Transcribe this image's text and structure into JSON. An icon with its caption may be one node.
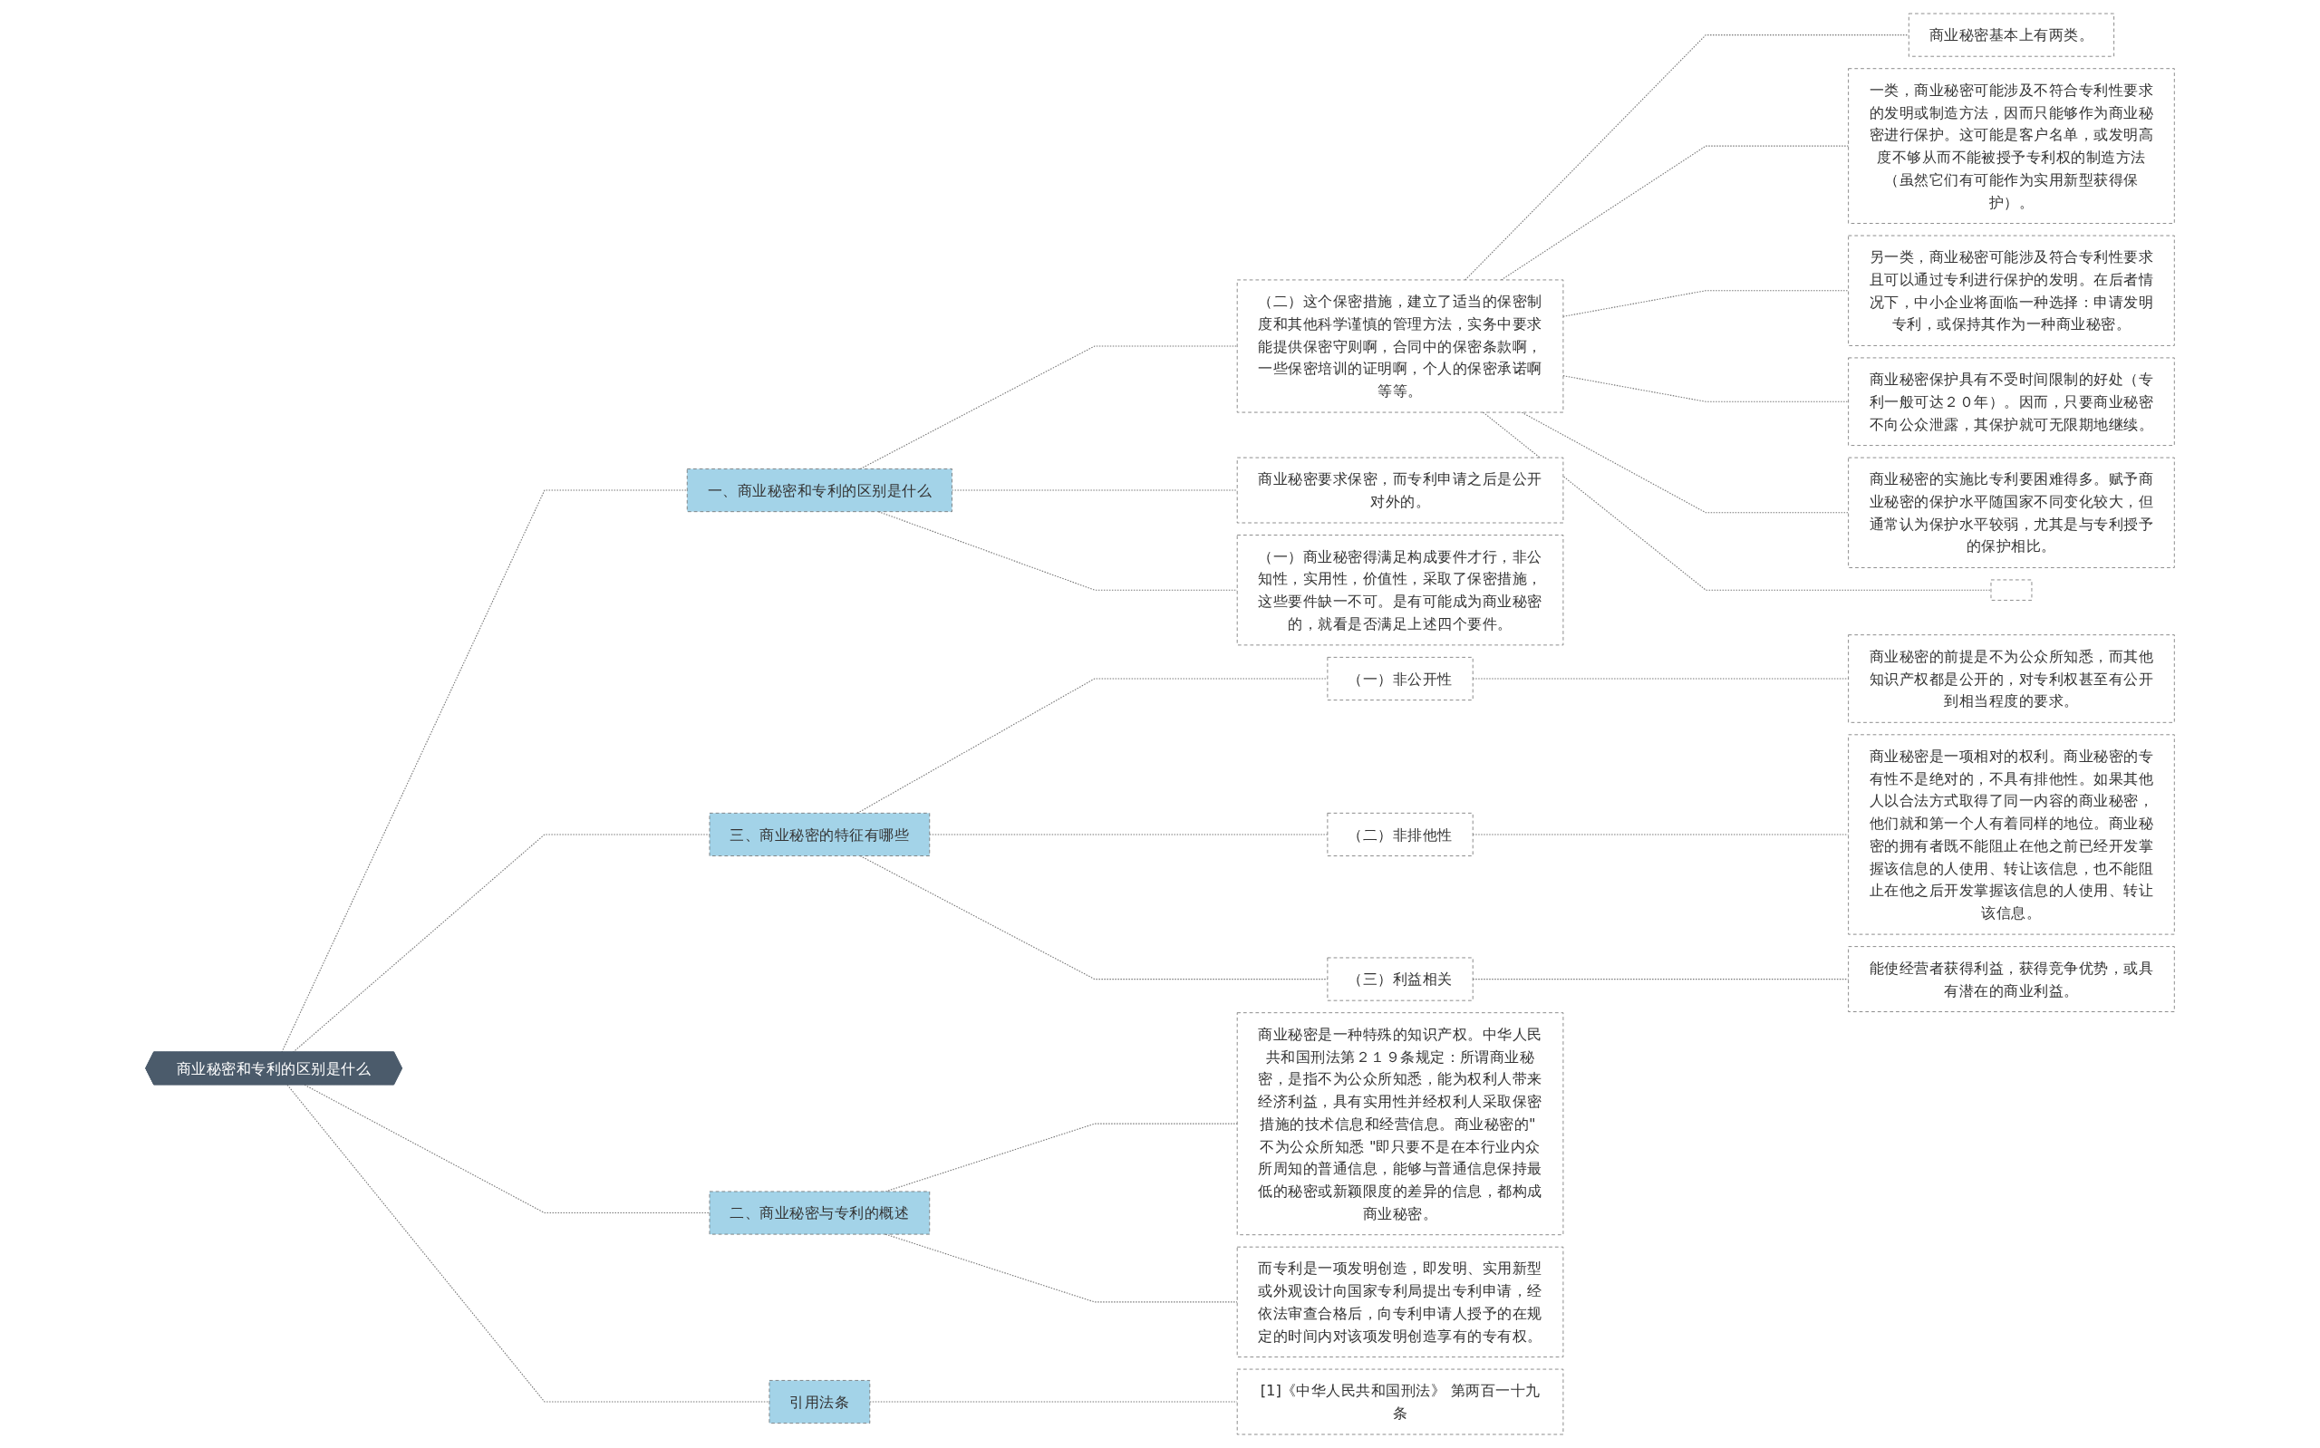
{
  "diagram": {
    "nodes": [
      {
        "text": [
          "商业秘密和专利的区别是什么"
        ]
      },
      {
        "text": [
          "一、商业秘密和专利的区别是什么"
        ]
      },
      {
        "text": [
          "商业秘密要求保密，而专利申请之后是公开对外的。"
        ]
      },
      {
        "text": [
          "（一）商业秘密得满足构成要件才行，非公知性，实用性，价值性，采取了保密措施，这些要件缺一不可。是有可能成为商业秘密的，就看是否满足上述四个要件。"
        ]
      },
      {
        "text": [
          "（二）这个保密措施，建立了适当的保密制度和其他科学谨慎的管理方法，实务中要求能提供保密守则啊，合同中的保密条款啊，一些保密培训的证明啊，个人的保密承诺啊等等。"
        ]
      },
      {
        "text": [
          "商业秘密基本上有两类。"
        ]
      },
      {
        "text": [
          "一类，商业秘密可能涉及不符合专利性要求的发明或制造方法，因而只能够作为商业秘密进行保护。这可能是客户名单，或发明高度不够从而不能被授予专利权的制造方法（虽然它们有可能作为实用新型获得保护）。"
        ]
      },
      {
        "text": [
          "另一类，商业秘密可能涉及符合专利性要求且可以通过专利进行保护的发明。在后者情况下，中小企业将面临一种选择：申请发明专利，或保持其作为一种商业秘密。"
        ]
      },
      {
        "text": [
          "商业秘密保护具有不受时间限制的好处（专利一般可达２０年）。因而，只要商业秘密不向公众泄露，其保护就可无限期地继续。"
        ]
      },
      {
        "text": [
          "商业秘密的实施比专利要困难得多。赋予商业秘密的保护水平随国家不同变化较大，但通常认为保护水平较弱，尤其是与专利授予的保护相比。"
        ]
      },
      {
        "text": [],
        "shape": "box"
      },
      {
        "text": [
          "三、商业秘密的特征有哪些"
        ]
      },
      {
        "text": [
          "（一）非公开性"
        ]
      },
      {
        "text": [
          "商业秘密的前提是不为公众所知悉，而其他知识产权都是公开的，对专利权甚至有公开到相当程度的要求。"
        ]
      },
      {
        "text": [
          "（二）非排他性"
        ]
      },
      {
        "text": [
          "商业秘密是一项相对的权利。商业秘密的专有性不是绝对的，不具有排他性。如果其他人以合法方式取得了同一内容的商业秘密，他们就和第一个人有着同样的地位。商业秘密的拥有者既不能阻止在他之前已经开发掌握该信息的人使用、转让该信息，也不能阻止在他之后开发掌握该信息的人使用、转让该信息。"
        ]
      },
      {
        "text": [
          "（三）利益相关"
        ]
      },
      {
        "text": [
          "能使经营者获得利益，获得竞争优势，或具有潜在的商业利益。"
        ]
      },
      {
        "text": [
          "二、商业秘密与专利的概述"
        ]
      },
      {
        "text": [
          "商业秘密是一种特殊的知识产权。中华人民共和国刑法第２１９条规定：所谓商业秘密，是指不为公众所知悉，能为权利人带来经济利益，具有实用性并经权利人采取保密措施的技术信息和经营信息。商业秘密的\" 不为公众所知悉 \"即只要不是在本行业内众所周知的普通信息，能够与普通信息保持最低的秘密或新颖限度的差异的信息，都构成商业秘密。"
        ]
      },
      {
        "text": [
          "而专利是一项发明创造，即发明、实用新型或外观设计向国家专利局提出专利申请，经依法审查合格后，向专利申请人授予的在规定的时间内对该项发明创造享有的专有权。"
        ]
      },
      {
        "text": [
          "引用法条"
        ]
      },
      {
        "text": [
          "[1]《中华人民共和国刑法》 第两百一十九条"
        ]
      }
    ],
    "edges": [
      {
        "from": 0,
        "to": 1,
        "arrow": "none",
        "style": "dashed"
      },
      {
        "from": 1,
        "to": 2,
        "arrow": "none",
        "style": "dashed"
      },
      {
        "from": 1,
        "to": 3,
        "arrow": "none",
        "style": "dashed"
      },
      {
        "from": 1,
        "to": 4,
        "arrow": "none",
        "style": "dashed"
      },
      {
        "from": 4,
        "to": 5,
        "arrow": "none",
        "style": "dashed"
      },
      {
        "from": 4,
        "to": 6,
        "arrow": "none",
        "style": "dashed"
      },
      {
        "from": 4,
        "to": 7,
        "arrow": "none",
        "style": "dashed"
      },
      {
        "from": 4,
        "to": 8,
        "arrow": "none",
        "style": "dashed"
      },
      {
        "from": 4,
        "to": 9,
        "arrow": "none",
        "style": "dashed"
      },
      {
        "from": 4,
        "to": 10,
        "arrow": "none",
        "style": "dashed"
      },
      {
        "from": 0,
        "to": 11,
        "arrow": "none",
        "style": "dashed"
      },
      {
        "from": 11,
        "to": 12,
        "arrow": "none",
        "style": "dashed"
      },
      {
        "from": 12,
        "to": 13,
        "arrow": "none",
        "style": "dashed"
      },
      {
        "from": 11,
        "to": 14,
        "arrow": "none",
        "style": "dashed"
      },
      {
        "from": 14,
        "to": 15,
        "arrow": "none",
        "style": "dashed"
      },
      {
        "from": 11,
        "to": 16,
        "arrow": "none",
        "style": "dashed"
      },
      {
        "from": 16,
        "to": 17,
        "arrow": "none",
        "style": "dashed"
      },
      {
        "from": 0,
        "to": 18,
        "arrow": "none",
        "style": "dashed"
      },
      {
        "from": 18,
        "to": 19,
        "arrow": "none",
        "style": "dashed"
      },
      {
        "from": 18,
        "to": 20,
        "arrow": "none",
        "style": "dashed"
      },
      {
        "from": 0,
        "to": 21,
        "arrow": "none",
        "style": "dashed"
      },
      {
        "from": 21,
        "to": 22,
        "arrow": "none",
        "style": "dashed"
      }
    ]
  }
}
